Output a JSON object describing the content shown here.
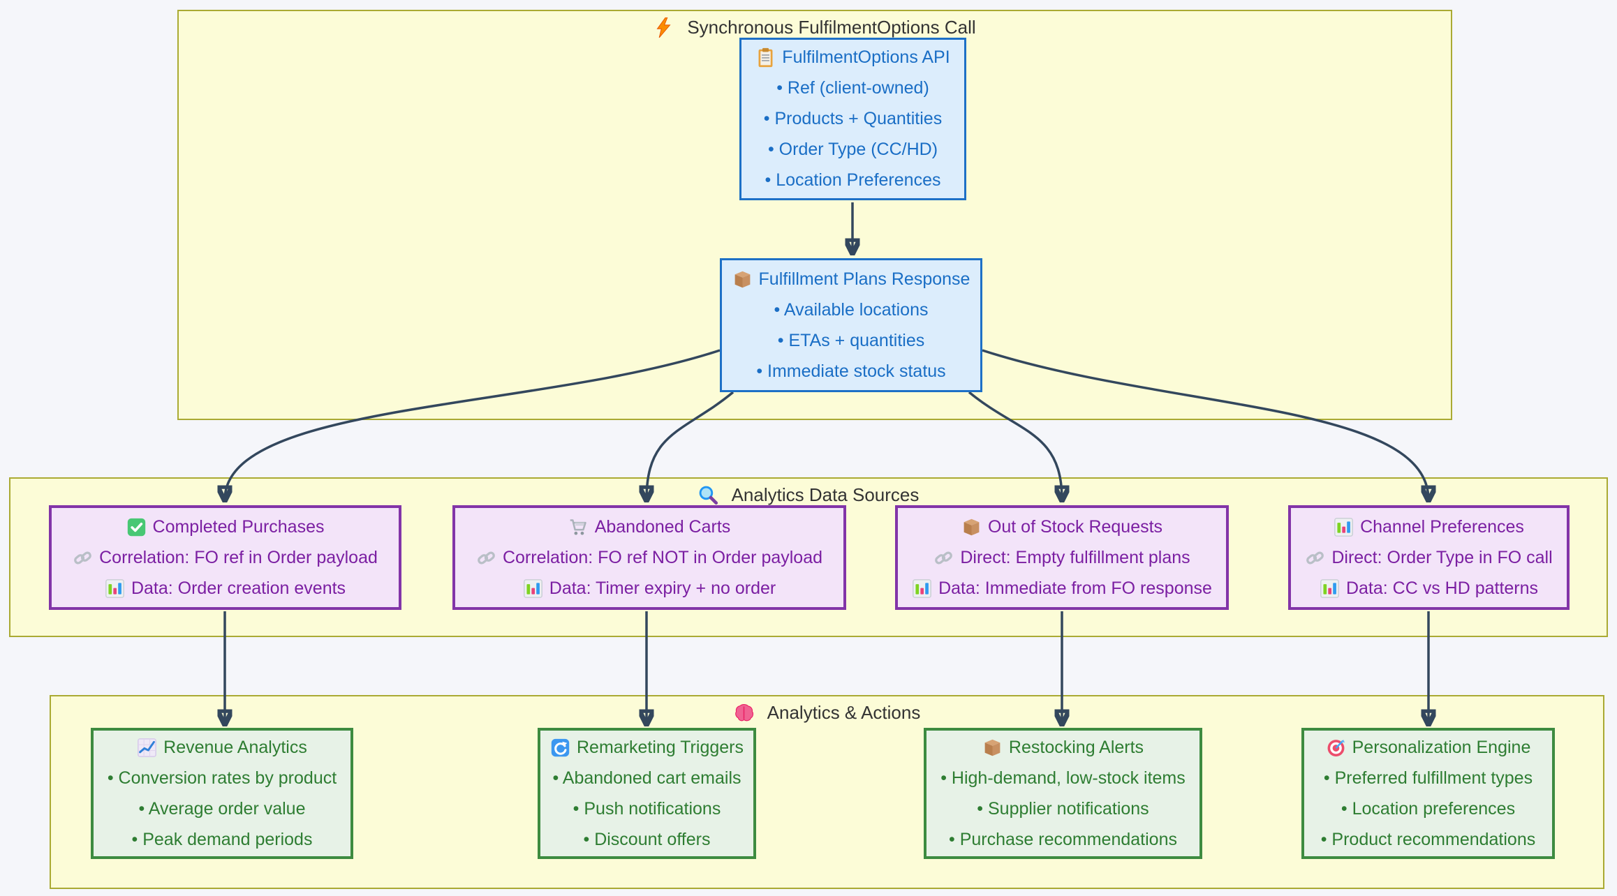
{
  "colors": {
    "bg": "#f5f6fa",
    "sg_fill": "#fcfcd7",
    "sg_border": "#aaaa33",
    "edge": "#33475d",
    "blue_fill": "#dcedfc",
    "blue_border": "#1d70c6",
    "blue_text": "#1a6ec5",
    "purple_fill": "#f3e4f9",
    "purple_border": "#8234a8",
    "purple_text": "#7b1fa2",
    "green_fill": "#e7f2e7",
    "green_border": "#3d8b40",
    "green_text": "#2e7d32",
    "title_text": "#333333"
  },
  "subgraphs": {
    "sync": {
      "icon": "zap",
      "title": "Synchronous FulfilmentOptions Call"
    },
    "sources": {
      "icon": "search",
      "title": "Analytics Data Sources"
    },
    "actions": {
      "icon": "brain",
      "title": "Analytics & Actions"
    }
  },
  "nodes": {
    "api": {
      "icon": "clipboard",
      "title": "FulfilmentOptions API",
      "bullets": [
        "• Ref (client-owned)",
        "• Products + Quantities",
        "• Order Type (CC/HD)",
        "• Location Preferences"
      ]
    },
    "response": {
      "icon": "package",
      "title": "Fulfillment Plans Response",
      "bullets": [
        "• Available locations",
        "• ETAs + quantities",
        "• Immediate stock status"
      ]
    },
    "completed": {
      "icon": "check",
      "title": "Completed Purchases",
      "correlation_icon": "link",
      "correlation": "Correlation: FO ref in Order payload",
      "data_icon": "bars",
      "data": "Data: Order creation events"
    },
    "abandoned": {
      "icon": "cart",
      "title": "Abandoned Carts",
      "correlation_icon": "link",
      "correlation": "Correlation: FO ref NOT in Order payload",
      "data_icon": "bars",
      "data": "Data: Timer expiry + no order"
    },
    "outofstock": {
      "icon": "package",
      "title": "Out of Stock Requests",
      "correlation_icon": "link",
      "correlation": "Direct: Empty fulfillment plans",
      "data_icon": "bars",
      "data": "Data: Immediate from FO response"
    },
    "channel": {
      "icon": "bars",
      "title": "Channel Preferences",
      "correlation_icon": "link",
      "correlation": "Direct: Order Type in FO call",
      "data_icon": "bars",
      "data": "Data: CC vs HD patterns"
    },
    "revenue": {
      "icon": "linechart",
      "title": "Revenue Analytics",
      "bullets": [
        "• Conversion rates by product",
        "• Average order value",
        "• Peak demand periods"
      ]
    },
    "remarketing": {
      "icon": "repeat",
      "title": "Remarketing Triggers",
      "bullets": [
        "• Abandoned cart emails",
        "• Push notifications",
        "• Discount offers"
      ]
    },
    "restocking": {
      "icon": "package",
      "title": "Restocking Alerts",
      "bullets": [
        "• High-demand, low-stock items",
        "• Supplier notifications",
        "• Purchase recommendations"
      ]
    },
    "personalization": {
      "icon": "target",
      "title": "Personalization Engine",
      "bullets": [
        "• Preferred fulfillment types",
        "• Location preferences",
        "• Product recommendations"
      ]
    }
  }
}
